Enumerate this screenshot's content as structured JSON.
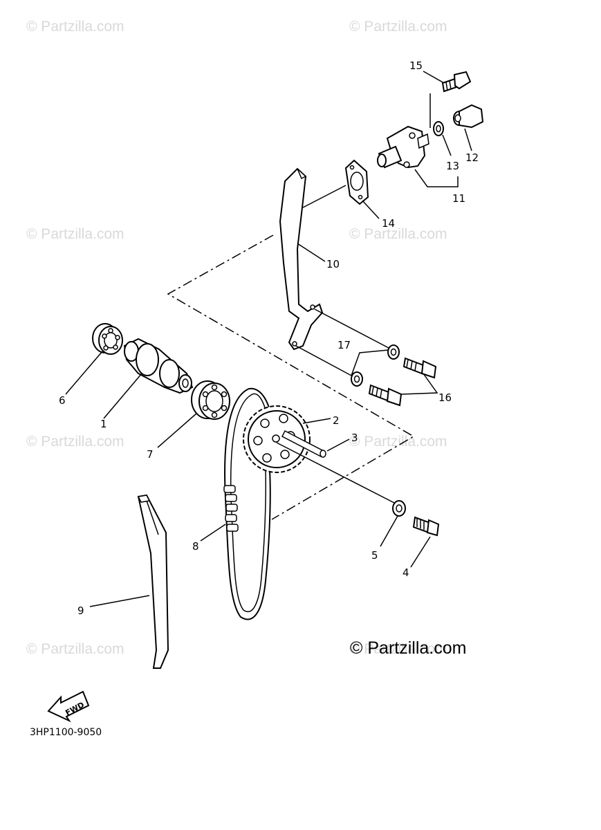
{
  "watermark": "© Partzilla.com",
  "copyright": "© Partzilla.com",
  "diagram_code": "3HP1100-9050",
  "fwd_label": "FWD",
  "callouts": {
    "c1": "1",
    "c2": "2",
    "c3": "3",
    "c4": "4",
    "c5": "5",
    "c6": "6",
    "c7": "7",
    "c8": "8",
    "c9": "9",
    "c10": "10",
    "c11": "11",
    "c12": "12",
    "c13": "13",
    "c14": "14",
    "c15": "15",
    "c16": "16",
    "c17": "17"
  },
  "icons": {
    "fwd_arrow": "fwd-arrow-icon"
  }
}
